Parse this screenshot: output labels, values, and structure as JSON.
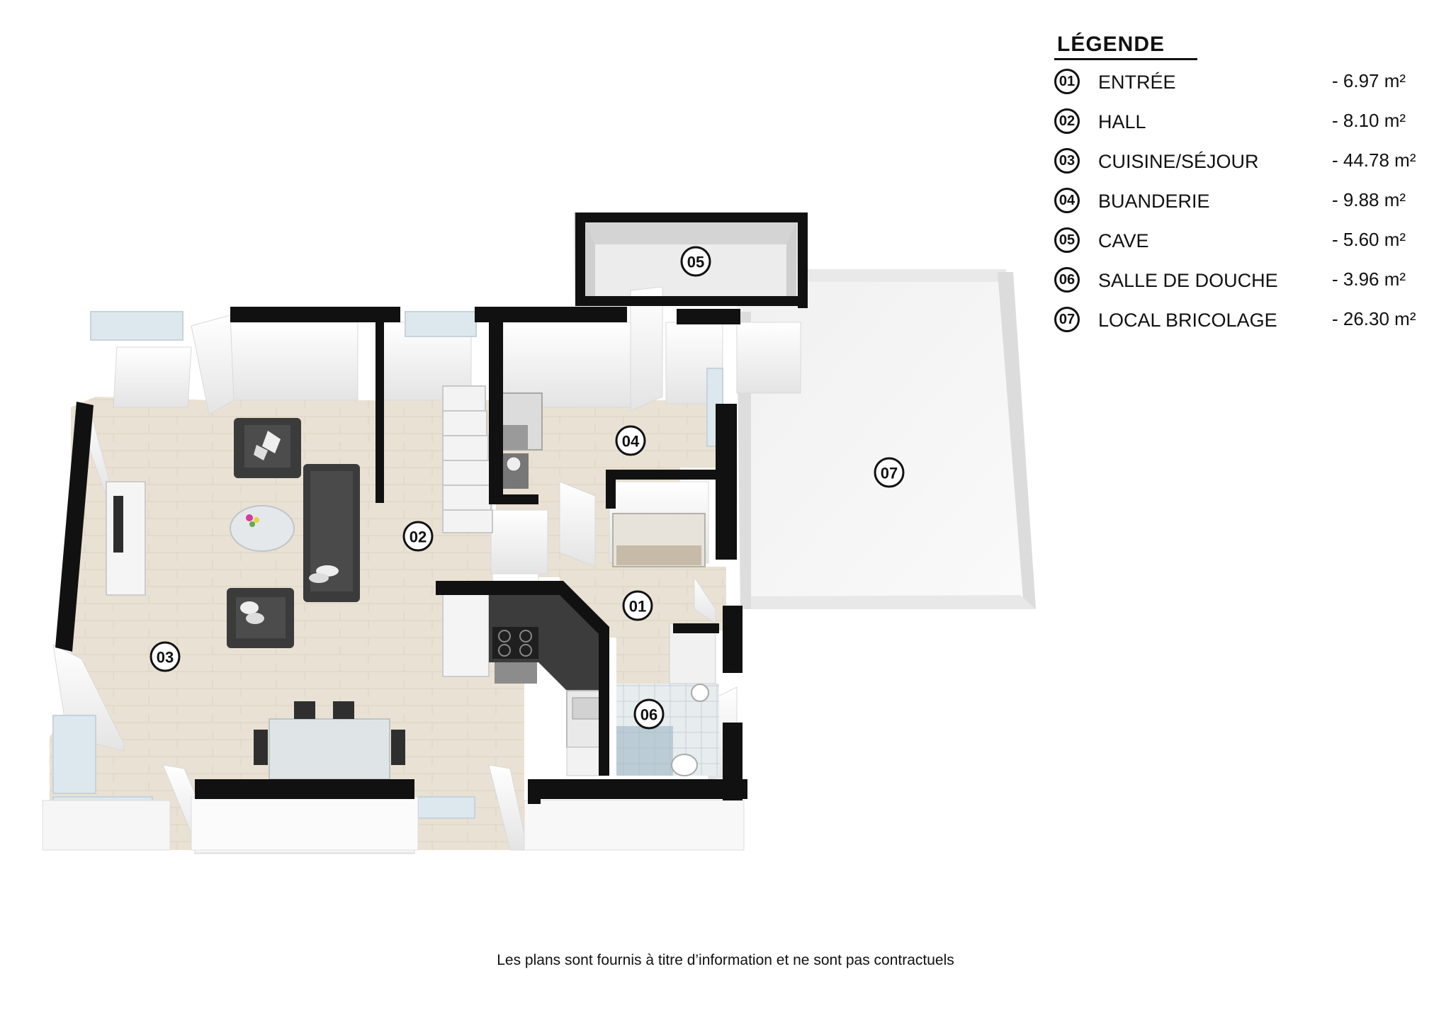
{
  "legend": {
    "title": "LÉGENDE",
    "items": [
      {
        "num": "01",
        "label": "ENTRÉE",
        "area": "- 6.97 m²"
      },
      {
        "num": "02",
        "label": "HALL",
        "area": "- 8.10 m²"
      },
      {
        "num": "03",
        "label": "CUISINE/SÉJOUR",
        "area": "- 44.78 m²"
      },
      {
        "num": "04",
        "label": "BUANDERIE",
        "area": "- 9.88 m²"
      },
      {
        "num": "05",
        "label": "CAVE",
        "area": "- 5.60 m²"
      },
      {
        "num": "06",
        "label": "SALLE DE DOUCHE",
        "area": "- 3.96 m²"
      },
      {
        "num": "07",
        "label": "LOCAL BRICOLAGE",
        "area": "- 26.30 m²"
      }
    ]
  },
  "plan": {
    "room_badges": [
      "01",
      "02",
      "03",
      "04",
      "05",
      "06",
      "07"
    ]
  },
  "colors": {
    "floor_wood": "#e8e0d2",
    "wall_black": "#111111",
    "wall_white": "#f2f2f2",
    "furniture_dark": "#3f3f3f",
    "tile_floor": "#e6ebee"
  },
  "footer": {
    "disclaimer": "Les plans sont fournis à titre d’information et ne sont pas contractuels"
  }
}
